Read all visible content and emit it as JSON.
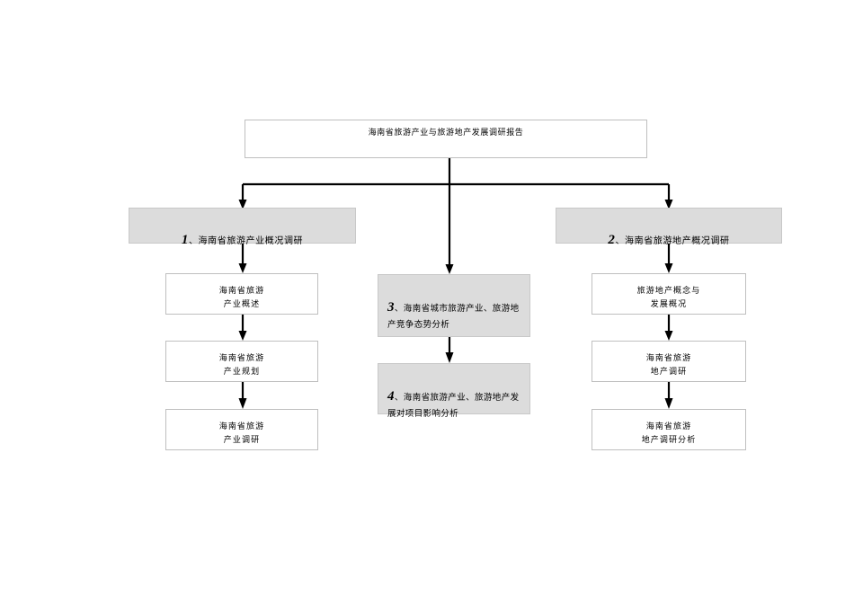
{
  "document": {
    "title": "海南省旅游产业与旅游地产发展调研报告 (流程图)",
    "background_color": "#ffffff",
    "shade_color": "#dcdcdc",
    "border_color": "#bfbfbf",
    "connector_color": "#000000"
  },
  "diagram": {
    "type": "organizational-flowchart",
    "root": {
      "id": "root",
      "label": "海南省旅游产业与旅游地产发展调研报告",
      "shaded": false
    },
    "branches": [
      {
        "id": "branch-1",
        "label": "1、海南省旅游产业概况调研",
        "number": "1",
        "number_suffix": "、海南省旅游产业概况调研",
        "shaded": true,
        "children": [
          {
            "id": "node-1-1",
            "label": "海南省旅游\n产业概述",
            "shaded": false
          },
          {
            "id": "node-1-2",
            "label": "海南省旅游\n产业规划",
            "shaded": false
          },
          {
            "id": "node-1-3",
            "label": "海南省旅游\n产业调研",
            "shaded": false
          }
        ]
      },
      {
        "id": "branch-2",
        "label": "2、海南省旅游地产概况调研",
        "number": "2",
        "number_suffix": "、海南省旅游地产概况调研",
        "shaded": true,
        "children": [
          {
            "id": "node-2-1",
            "label": "旅游地产概念与\n发展概况",
            "shaded": false
          },
          {
            "id": "node-2-2",
            "label": "海南省旅游\n地产调研",
            "shaded": false
          },
          {
            "id": "node-2-3",
            "label": "海南省旅游\n地产调研分析",
            "shaded": false
          }
        ]
      }
    ],
    "center_nodes": [
      {
        "id": "node-3",
        "number": "3",
        "number_suffix": "、海南省城市旅游产业、旅游地产竞争态势分析",
        "label": "3、海南省城市旅游产业、旅游地产竞争态势分析",
        "shaded": true
      },
      {
        "id": "node-4",
        "number": "4",
        "number_suffix": "、海南省旅游产业、旅游地产发展对项目影响分析",
        "label": "4、海南省旅游产业、旅游地产发展对项目影响分析",
        "shaded": true
      }
    ]
  }
}
